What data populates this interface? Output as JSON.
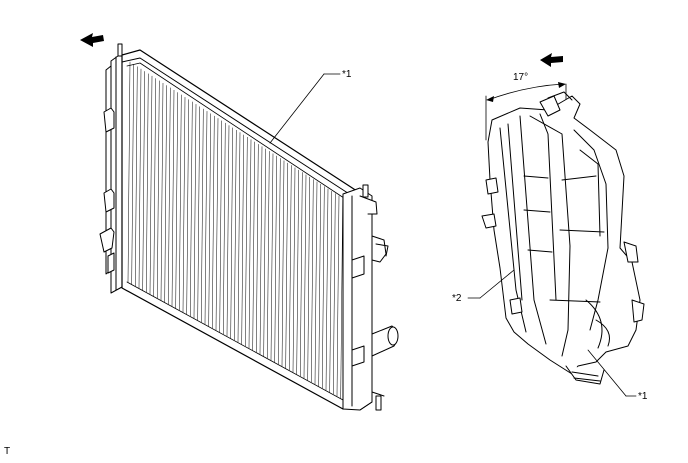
{
  "labels": {
    "radiator_callout": "*1",
    "shroud_callout": "*2",
    "bottom_callout": "*1",
    "angle": "17°"
  },
  "footer_mark": "T",
  "icons": {
    "arrow_left": "arrow-left-icon",
    "arrow_right_view": "arrow-left-icon"
  }
}
